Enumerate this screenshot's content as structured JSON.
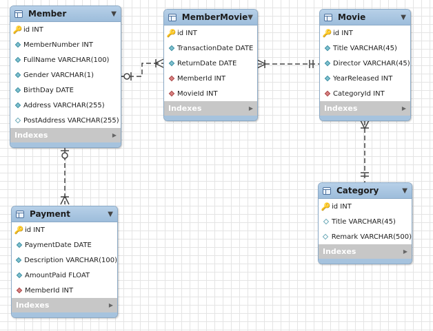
{
  "colors": {
    "header": "#9dbddb",
    "indexes_bar": "#c7c7c7",
    "footer": "#a6c3de",
    "not_null": "#7ec0cf",
    "foreign_key": "#d98080",
    "primary_key": "#d4ad1c"
  },
  "tables": {
    "member": {
      "title": "Member",
      "indexes": "Indexes",
      "columns": [
        {
          "name": "id INT",
          "icon": "primary-key-icon"
        },
        {
          "name": "MemberNumber INT",
          "icon": "not-null-column-icon"
        },
        {
          "name": "FullName VARCHAR(100)",
          "icon": "not-null-column-icon"
        },
        {
          "name": "Gender VARCHAR(1)",
          "icon": "not-null-column-icon"
        },
        {
          "name": "BirthDay DATE",
          "icon": "not-null-column-icon"
        },
        {
          "name": "Address VARCHAR(255)",
          "icon": "not-null-column-icon"
        },
        {
          "name": "PostAddress VARCHAR(255)",
          "icon": "nullable-column-icon"
        }
      ]
    },
    "membermovie": {
      "title": "MemberMovie",
      "indexes": "Indexes",
      "columns": [
        {
          "name": "id INT",
          "icon": "primary-key-icon"
        },
        {
          "name": "TransactionDate DATE",
          "icon": "not-null-column-icon"
        },
        {
          "name": "ReturnDate DATE",
          "icon": "not-null-column-icon"
        },
        {
          "name": "MemberId INT",
          "icon": "foreign-key-icon"
        },
        {
          "name": "MovieId INT",
          "icon": "foreign-key-icon"
        }
      ]
    },
    "movie": {
      "title": "Movie",
      "indexes": "Indexes",
      "columns": [
        {
          "name": "id INT",
          "icon": "primary-key-icon"
        },
        {
          "name": "Title VARCHAR(45)",
          "icon": "not-null-column-icon"
        },
        {
          "name": "Director VARCHAR(45)",
          "icon": "not-null-column-icon"
        },
        {
          "name": "YearReleased INT",
          "icon": "not-null-column-icon"
        },
        {
          "name": "CategoryId INT",
          "icon": "foreign-key-icon"
        }
      ]
    },
    "category": {
      "title": "Category",
      "indexes": "Indexes",
      "columns": [
        {
          "name": "id INT",
          "icon": "primary-key-icon"
        },
        {
          "name": "Title VARCHAR(45)",
          "icon": "nullable-column-icon"
        },
        {
          "name": "Remark VARCHAR(500)",
          "icon": "nullable-column-icon"
        }
      ]
    },
    "payment": {
      "title": "Payment",
      "indexes": "Indexes",
      "columns": [
        {
          "name": "id INT",
          "icon": "primary-key-icon"
        },
        {
          "name": "PaymentDate DATE",
          "icon": "not-null-column-icon"
        },
        {
          "name": "Description VARCHAR(100)",
          "icon": "not-null-column-icon"
        },
        {
          "name": "AmountPaid FLOAT",
          "icon": "not-null-column-icon"
        },
        {
          "name": "MemberId INT",
          "icon": "foreign-key-icon"
        }
      ]
    }
  },
  "relationships": [
    {
      "from": "Member",
      "to": "MemberMovie",
      "from_end": "zero-or-one",
      "to_end": "one-or-many"
    },
    {
      "from": "Movie",
      "to": "MemberMovie",
      "from_end": "one",
      "to_end": "one-or-many"
    },
    {
      "from": "Category",
      "to": "Movie",
      "from_end": "one",
      "to_end": "one-or-many"
    },
    {
      "from": "Member",
      "to": "Payment",
      "from_end": "zero-or-one",
      "to_end": "one-or-many"
    }
  ]
}
